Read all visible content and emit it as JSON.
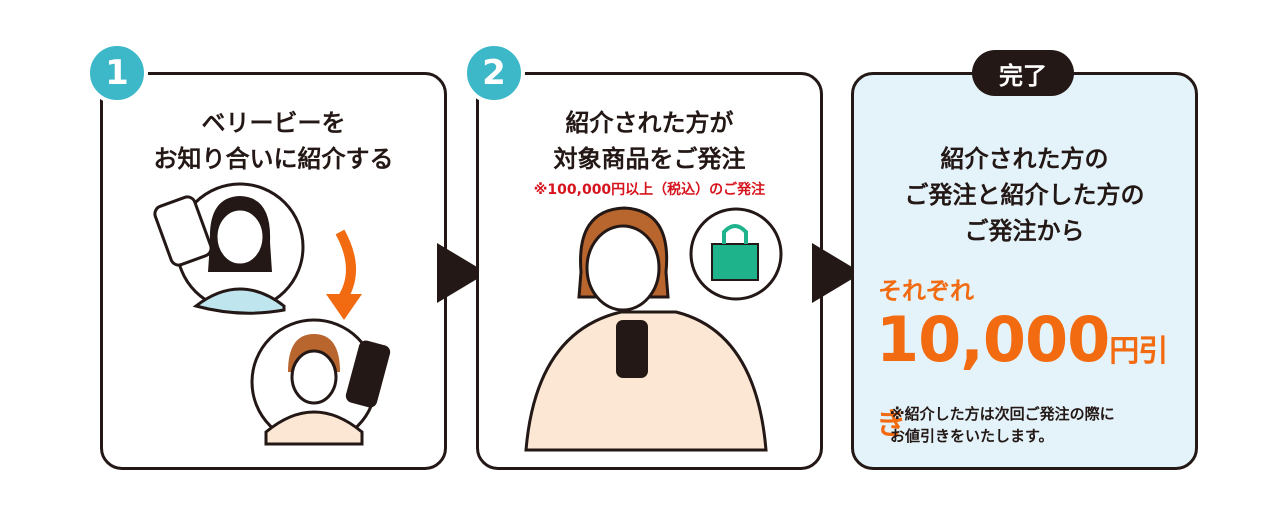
{
  "step1": {
    "badge": "1",
    "title_line1": "ベリービーを",
    "title_line2": "お知り合いに紹介する"
  },
  "step2": {
    "badge": "2",
    "title_line1": "紹介された方が",
    "title_line2": "対象商品をご発注",
    "note": "※100,000円以上（税込）のご発注"
  },
  "step3": {
    "badge": "完了",
    "title_line1": "紹介された方の",
    "title_line2": "ご発注と紹介した方の",
    "title_line3": "ご発注から",
    "each": "それぞれ",
    "amount": "10,000",
    "unit": "円引き",
    "note_line1": "※紹介した方は次回ご発注の際に",
    "note_line2": "お値引きをいたします。"
  },
  "colors": {
    "teal": "#3cb8c8",
    "orange": "#f26b10",
    "red": "#d6141d",
    "panel": "#e4f3fa"
  }
}
